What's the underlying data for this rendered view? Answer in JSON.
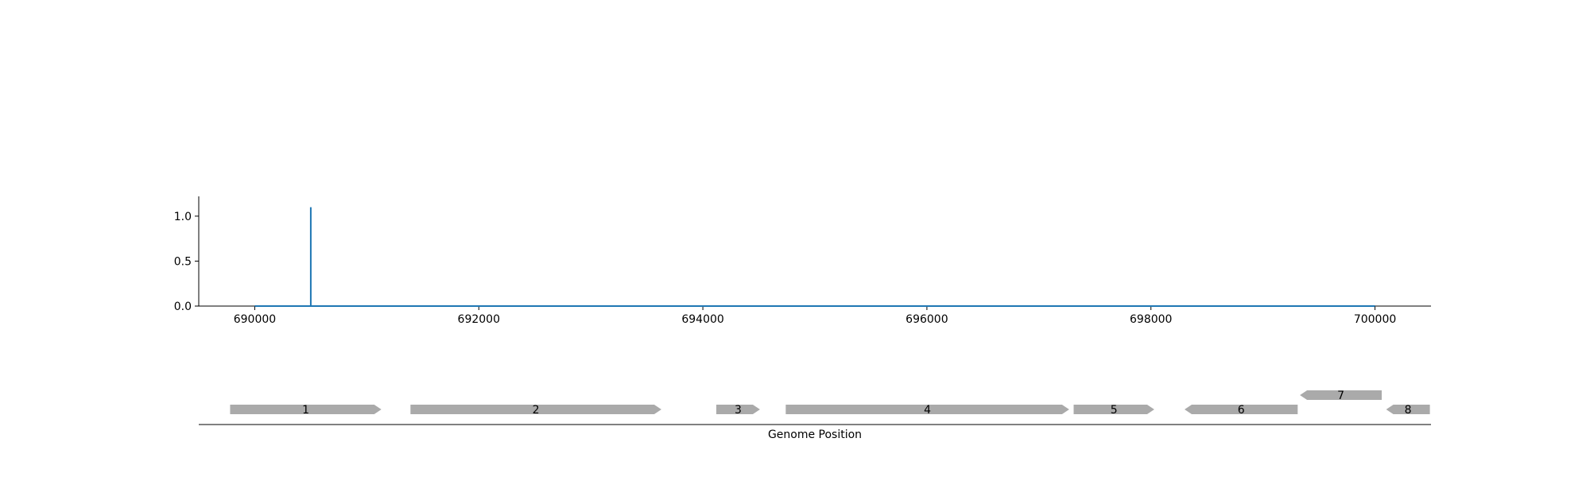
{
  "chart_data": [
    {
      "type": "line",
      "xlim": [
        689500,
        700500
      ],
      "ylim": [
        0.0,
        1.22
      ],
      "x_ticks": [
        690000,
        692000,
        694000,
        696000,
        698000,
        700000
      ],
      "x_tick_labels": [
        "690000",
        "692000",
        "694000",
        "696000",
        "698000",
        "700000"
      ],
      "y_ticks": [
        0.0,
        0.5,
        1.0
      ],
      "y_tick_labels": [
        "0.0",
        "0.5",
        "1.0"
      ],
      "series": [
        {
          "color": "#1f77b4",
          "x": [
            690000,
            690500,
            690500,
            690500,
            700000
          ],
          "y": [
            0,
            0,
            1.1,
            0,
            0
          ]
        }
      ],
      "grid": false,
      "xlabel": "",
      "ylabel": ""
    },
    {
      "type": "gene_track",
      "xlabel": "Genome Position",
      "xlim": [
        689500,
        700500
      ],
      "gene_color": "#aaaaaa",
      "genes": [
        {
          "label": "1",
          "start": 689780,
          "end": 691130,
          "strand": 1,
          "row": 0
        },
        {
          "label": "2",
          "start": 691390,
          "end": 693630,
          "strand": 1,
          "row": 0
        },
        {
          "label": "3",
          "start": 694120,
          "end": 694510,
          "strand": 1,
          "row": 0
        },
        {
          "label": "4",
          "start": 694740,
          "end": 697270,
          "strand": 1,
          "row": 0
        },
        {
          "label": "5",
          "start": 697310,
          "end": 698030,
          "strand": 1,
          "row": 0
        },
        {
          "label": "6",
          "start": 698300,
          "end": 699310,
          "strand": -1,
          "row": 0
        },
        {
          "label": "7",
          "start": 699330,
          "end": 700060,
          "strand": -1,
          "row": 1
        },
        {
          "label": "8",
          "start": 700100,
          "end": 700490,
          "strand": -1,
          "row": 0
        }
      ]
    }
  ]
}
